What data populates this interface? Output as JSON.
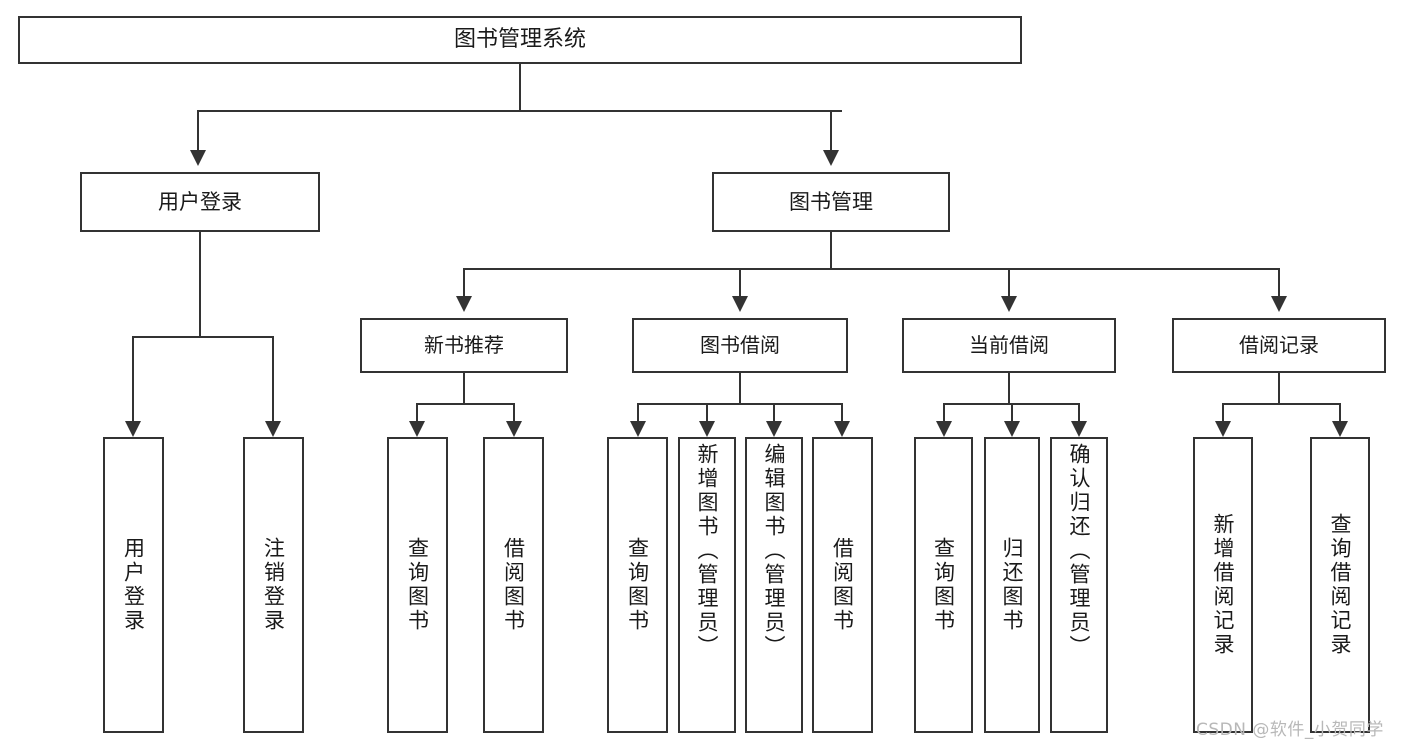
{
  "diagram": {
    "title": "图书管理系统",
    "root": {
      "label": "图书管理系统"
    },
    "level1": [
      {
        "label": "用户登录"
      },
      {
        "label": "图书管理"
      }
    ],
    "level2": [
      {
        "label": "新书推荐"
      },
      {
        "label": "图书借阅"
      },
      {
        "label": "当前借阅"
      },
      {
        "label": "借阅记录"
      }
    ],
    "leaves": {
      "user_login": [
        {
          "label": "用户登录"
        },
        {
          "label": "注销登录"
        }
      ],
      "new_book_recommend": [
        {
          "label": "查询图书"
        },
        {
          "label": "借阅图书"
        }
      ],
      "book_borrow": [
        {
          "label": "查询图书"
        },
        {
          "label": "新增图书（管理员）"
        },
        {
          "label": "编辑图书（管理员）"
        },
        {
          "label": "借阅图书"
        }
      ],
      "current_borrow": [
        {
          "label": "查询图书"
        },
        {
          "label": "归还图书"
        },
        {
          "label": "确认归还（管理员）"
        }
      ],
      "borrow_record": [
        {
          "label": "新增借阅记录"
        },
        {
          "label": "查询借阅记录"
        }
      ]
    }
  },
  "watermark": {
    "text": "CSDN @软件_小贺同学"
  },
  "colors": {
    "stroke": "#333333",
    "background": "#ffffff",
    "text": "#1a1a1a",
    "watermark": "#b8b8b8"
  }
}
